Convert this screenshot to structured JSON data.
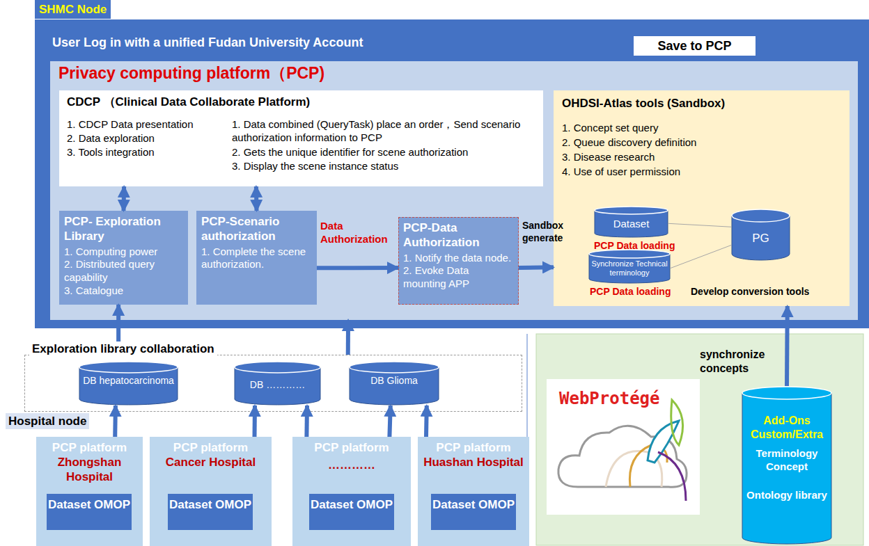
{
  "diagram": {
    "nodes": [
      {
        "text": [
          "SHMC Node",
          "User Log in with a unified Fudan University Account"
        ]
      },
      {
        "text": [
          "Save to PCP"
        ],
        "in": 0
      },
      {
        "text": [
          "Privacy computing platform（PCP)"
        ],
        "in": 0
      },
      {
        "text": [
          "CDCP （Clinical Data Collaborate Platform)",
          "1. CDCP Data presentation",
          "2. Data exploration",
          "3. Tools integration",
          "1. Data combined (QueryTask) place an order，Send scenario authorization information to PCP",
          "2. Gets the unique identifier for scene authorization",
          "3. Display the scene instance status"
        ],
        "in": 2
      },
      {
        "text": [
          "PCP- Exploration Library",
          "1. Computing power",
          "2. Distributed query capability",
          "3. Catalogue"
        ],
        "in": 2
      },
      {
        "text": [
          "PCP-Scenario authorization",
          "1. Complete the scene authorization."
        ],
        "in": 2
      },
      {
        "text": [
          "PCP-Data Authorization",
          "1. Notify the data node.",
          "2. Evoke Data mounting APP"
        ],
        "in": 2
      },
      {
        "text": [
          "OHDSI-Atlas tools (Sandbox)",
          "1. Concept set query",
          "2. Queue discovery definition",
          "3. Disease research",
          "4. Use of user permission"
        ],
        "in": 2
      },
      {
        "text": [
          "Dataset"
        ],
        "in": 7
      },
      {
        "text": [
          "Synchronize Technical terminology"
        ],
        "in": 7
      },
      {
        "text": [
          "PG"
        ],
        "in": 7
      },
      {
        "text": [
          "Exploration library collaboration"
        ]
      },
      {
        "text": [
          "DB hepatocarcinoma"
        ],
        "in": 11
      },
      {
        "text": [
          "DB …………"
        ],
        "in": 11
      },
      {
        "text": [
          "DB Glioma"
        ],
        "in": 11
      },
      {
        "text": [
          "Hospital node"
        ]
      },
      {
        "text": [
          "PCP platform",
          "Zhongshan Hospital"
        ],
        "in": 15
      },
      {
        "text": [
          "Dataset OMOP"
        ],
        "in": 16
      },
      {
        "text": [
          "PCP platform",
          "Cancer Hospital"
        ],
        "in": 15
      },
      {
        "text": [
          "Dataset OMOP"
        ],
        "in": 18
      },
      {
        "text": [
          "PCP platform",
          "…………"
        ],
        "in": 15
      },
      {
        "text": [
          "Dataset OMOP"
        ],
        "in": 20
      },
      {
        "text": [
          "PCP platform",
          "Huashan Hospital"
        ],
        "in": 15
      },
      {
        "text": [
          "Dataset OMOP"
        ],
        "in": 22
      },
      {
        "text": [
          "WebProtégé"
        ]
      },
      {
        "text": [
          "Add-Ons Custom/Extra",
          "Terminology Concept",
          "Ontology library"
        ]
      }
    ],
    "edges": [
      {
        "from": 3,
        "to": 4,
        "arrow": "both"
      },
      {
        "from": 3,
        "to": 5,
        "arrow": "both"
      },
      {
        "from": 5,
        "to": 6,
        "label": "Data Authorization",
        "arrow": "to"
      },
      {
        "from": 6,
        "to": 7,
        "label": "Sandbox generate",
        "arrow": "to"
      },
      {
        "from": 8,
        "to": 10,
        "arrow": "none"
      },
      {
        "from": 9,
        "to": 10,
        "arrow": "none"
      },
      {
        "from": 11,
        "to": 4,
        "arrow": "to"
      },
      {
        "from": 11,
        "to": 2,
        "arrow": "to"
      },
      {
        "from": 16,
        "to": 12,
        "arrow": "to"
      },
      {
        "from": 18,
        "to": 13,
        "arrow": "to"
      },
      {
        "from": 20,
        "to": 13,
        "arrow": "to"
      },
      {
        "from": 20,
        "to": 14,
        "arrow": "to"
      },
      {
        "from": 22,
        "to": 14,
        "arrow": "to"
      },
      {
        "from": 25,
        "to": 7,
        "label": "synchronize concepts",
        "arrow": "to"
      }
    ],
    "labels": [
      "PCP Data loading",
      "PCP Data loading",
      "Develop conversion tools"
    ]
  }
}
